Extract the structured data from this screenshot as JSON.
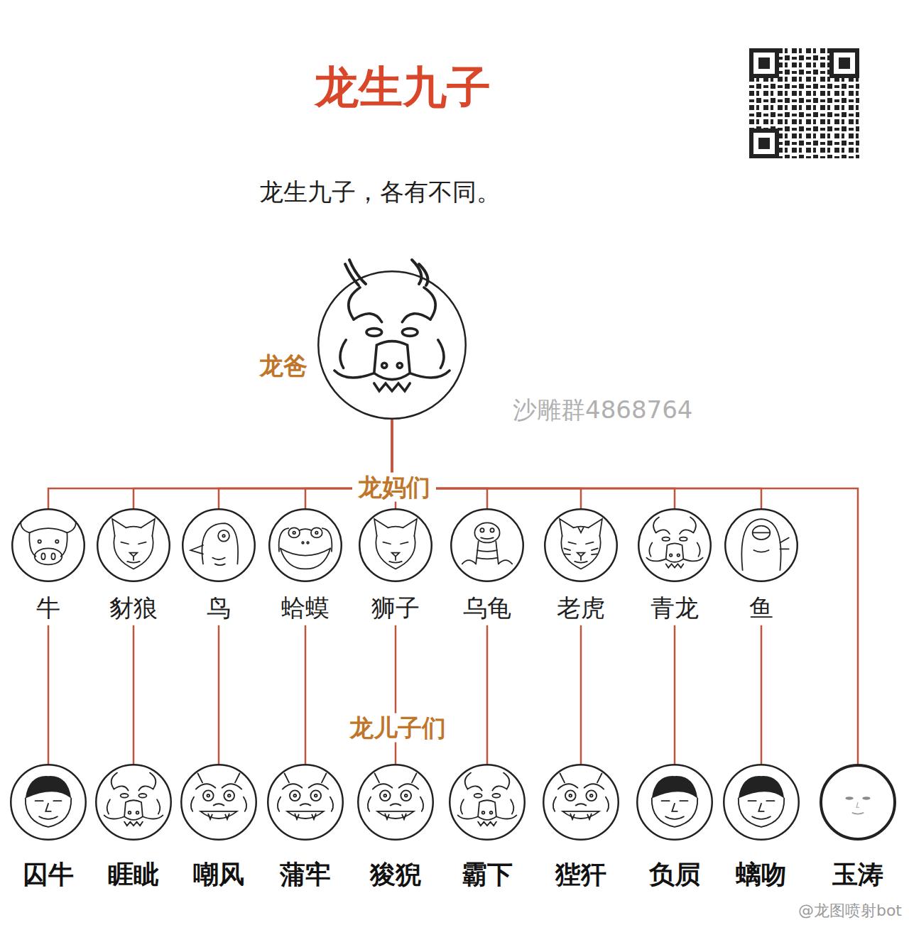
{
  "diagram": {
    "title": "龙生九子",
    "nodes": [
      {
        "text": [
          "龙爸"
        ]
      },
      {
        "text": [
          "牛"
        ]
      },
      {
        "text": [
          "豺狼"
        ]
      },
      {
        "text": [
          "鸟"
        ]
      },
      {
        "text": [
          "蛤蟆"
        ]
      },
      {
        "text": [
          "狮子"
        ]
      },
      {
        "text": [
          "乌龟"
        ]
      },
      {
        "text": [
          "老虎"
        ]
      },
      {
        "text": [
          "青龙"
        ]
      },
      {
        "text": [
          "鱼"
        ]
      },
      {
        "text": [
          "囚牛"
        ]
      },
      {
        "text": [
          "睚眦"
        ]
      },
      {
        "text": [
          "嘲风"
        ]
      },
      {
        "text": [
          "蒲牢"
        ]
      },
      {
        "text": [
          "狻猊"
        ]
      },
      {
        "text": [
          "霸下"
        ]
      },
      {
        "text": [
          "狴犴"
        ]
      },
      {
        "text": [
          "负屃"
        ]
      },
      {
        "text": [
          "螭吻"
        ]
      },
      {
        "text": [
          "玉涛"
        ]
      }
    ],
    "edges": [
      {
        "from": 0,
        "to": 1,
        "arrow": "none"
      },
      {
        "from": 0,
        "to": 2,
        "arrow": "none"
      },
      {
        "from": 0,
        "to": 3,
        "arrow": "none"
      },
      {
        "from": 0,
        "to": 4,
        "arrow": "none"
      },
      {
        "from": 0,
        "to": 5,
        "arrow": "none"
      },
      {
        "from": 0,
        "to": 6,
        "arrow": "none"
      },
      {
        "from": 0,
        "to": 7,
        "arrow": "none"
      },
      {
        "from": 0,
        "to": 8,
        "arrow": "none"
      },
      {
        "from": 0,
        "to": 9,
        "arrow": "none"
      },
      {
        "from": 0,
        "to": 19,
        "arrow": "none"
      },
      {
        "from": 1,
        "to": 10,
        "arrow": "none"
      },
      {
        "from": 2,
        "to": 11,
        "arrow": "none"
      },
      {
        "from": 3,
        "to": 12,
        "arrow": "none"
      },
      {
        "from": 4,
        "to": 13,
        "arrow": "none"
      },
      {
        "from": 5,
        "to": 14,
        "arrow": "none"
      },
      {
        "from": 6,
        "to": 15,
        "arrow": "none"
      },
      {
        "from": 7,
        "to": 16,
        "arrow": "none"
      },
      {
        "from": 8,
        "to": 17,
        "arrow": "none"
      },
      {
        "from": 9,
        "to": 18,
        "arrow": "none"
      }
    ],
    "labels": [
      "龙生九子，各有不同。",
      "龙妈们",
      "龙儿子们",
      "沙雕群4868764",
      "@龙图喷射bot"
    ]
  }
}
